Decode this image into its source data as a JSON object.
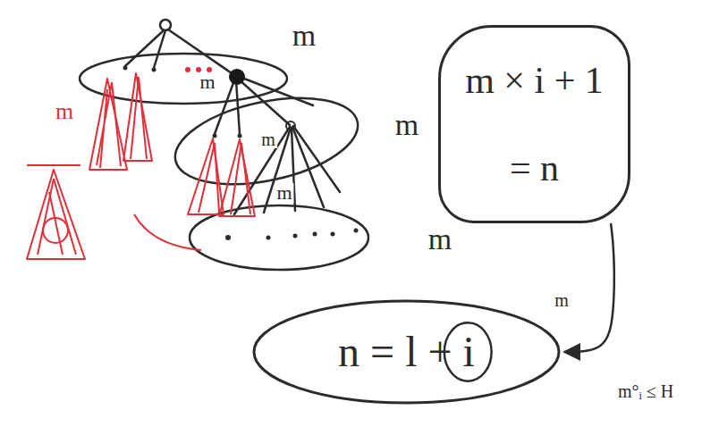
{
  "diagram": {
    "nodes": [
      {
        "text": [
          "m × i + 1",
          "= n"
        ]
      },
      {
        "text": [
          "n = l + i"
        ]
      }
    ],
    "edges": [
      {
        "from": 0,
        "to": 1,
        "arrow": "to"
      }
    ],
    "labels": [
      "m",
      "m",
      "m",
      "m",
      "m",
      "m",
      "m",
      "m",
      "m°ᵢ ≤ H"
    ]
  }
}
